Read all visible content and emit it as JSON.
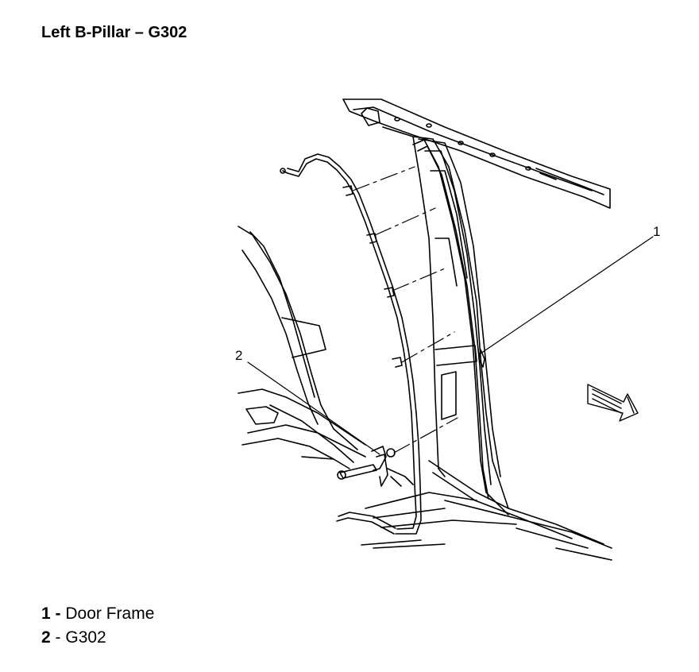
{
  "title": "Left B-Pillar – G302",
  "callouts": [
    {
      "id": "1",
      "label": "Door Frame"
    },
    {
      "id": "2",
      "label": "G302"
    }
  ],
  "legend": [
    {
      "number": "1",
      "sep": " - ",
      "text": "Door Frame",
      "bold_sep": true
    },
    {
      "number": "2",
      "sep": " - ",
      "text": "G302",
      "bold_sep": false
    }
  ],
  "icons": {
    "direction_arrow": "front-direction-arrow-icon"
  },
  "colors": {
    "line": "#000000",
    "background": "#ffffff"
  }
}
